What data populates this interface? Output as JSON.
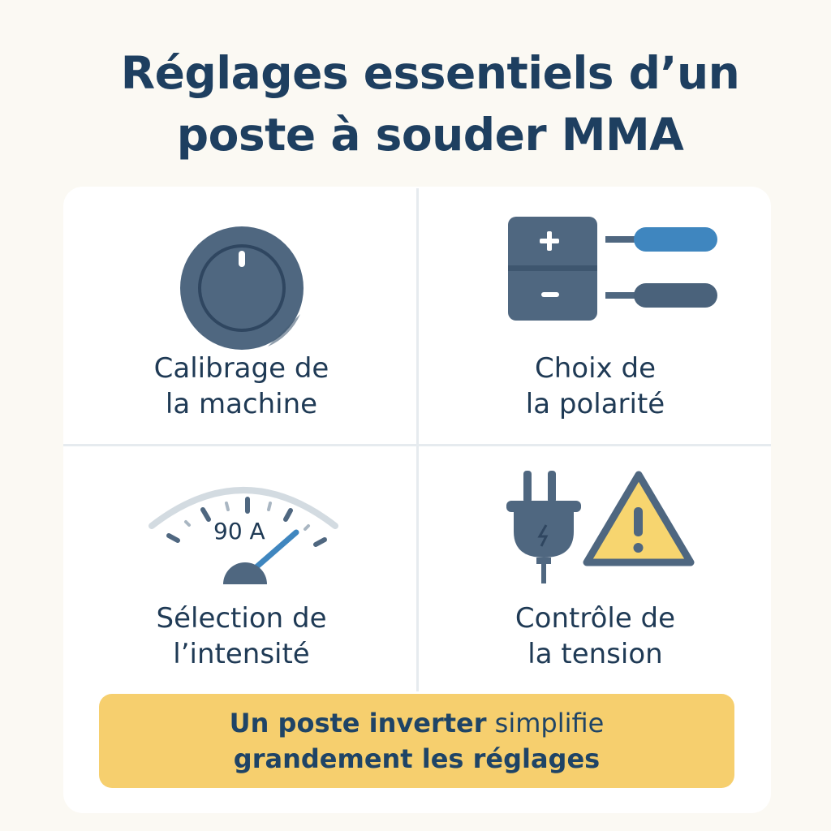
{
  "title": {
    "line1": "Réglages essentiels d’un",
    "line2": "poste à souder MMA"
  },
  "cells": [
    {
      "line1": "Calibrage de",
      "line2": "la machine",
      "icon": "knob-icon"
    },
    {
      "line1": "Choix de",
      "line2": "la polarité",
      "icon": "polarity-icon"
    },
    {
      "line1": "Sélection de",
      "line2": "l’intensité",
      "icon": "gauge-icon",
      "gauge_reading": "90 A"
    },
    {
      "line1": "Contrôle de",
      "line2": "la tension",
      "icon": "plug-warning-icon"
    }
  ],
  "banner": {
    "bold1": "Un poste inverter",
    "normal1": "simplifie",
    "bold2": "grandement les réglages"
  },
  "colors": {
    "accent": "#3f86bf",
    "dark": "#4f6780",
    "banner": "#f6cf6e",
    "warning": "#f7d56f"
  }
}
